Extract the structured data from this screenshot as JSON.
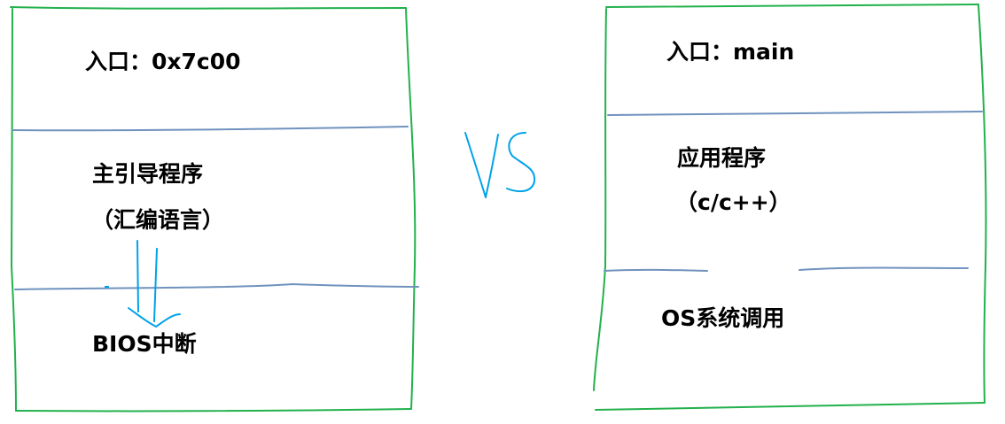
{
  "left_stack": {
    "entry_label": "入口：0x7c00",
    "program_title": "主引导程序",
    "program_lang": "（汇编语言）",
    "service_label": "BIOS中断"
  },
  "separator_text": "VS",
  "right_stack": {
    "entry_label": "入口：main",
    "program_title": "应用程序",
    "program_lang": "（c/c++）",
    "service_label": "OS系统调用"
  },
  "colors": {
    "frame": "#22b14c",
    "divider": "#7092be",
    "arrow": "#00a2e8",
    "vs": "#00a2e8",
    "text": "#000000"
  }
}
